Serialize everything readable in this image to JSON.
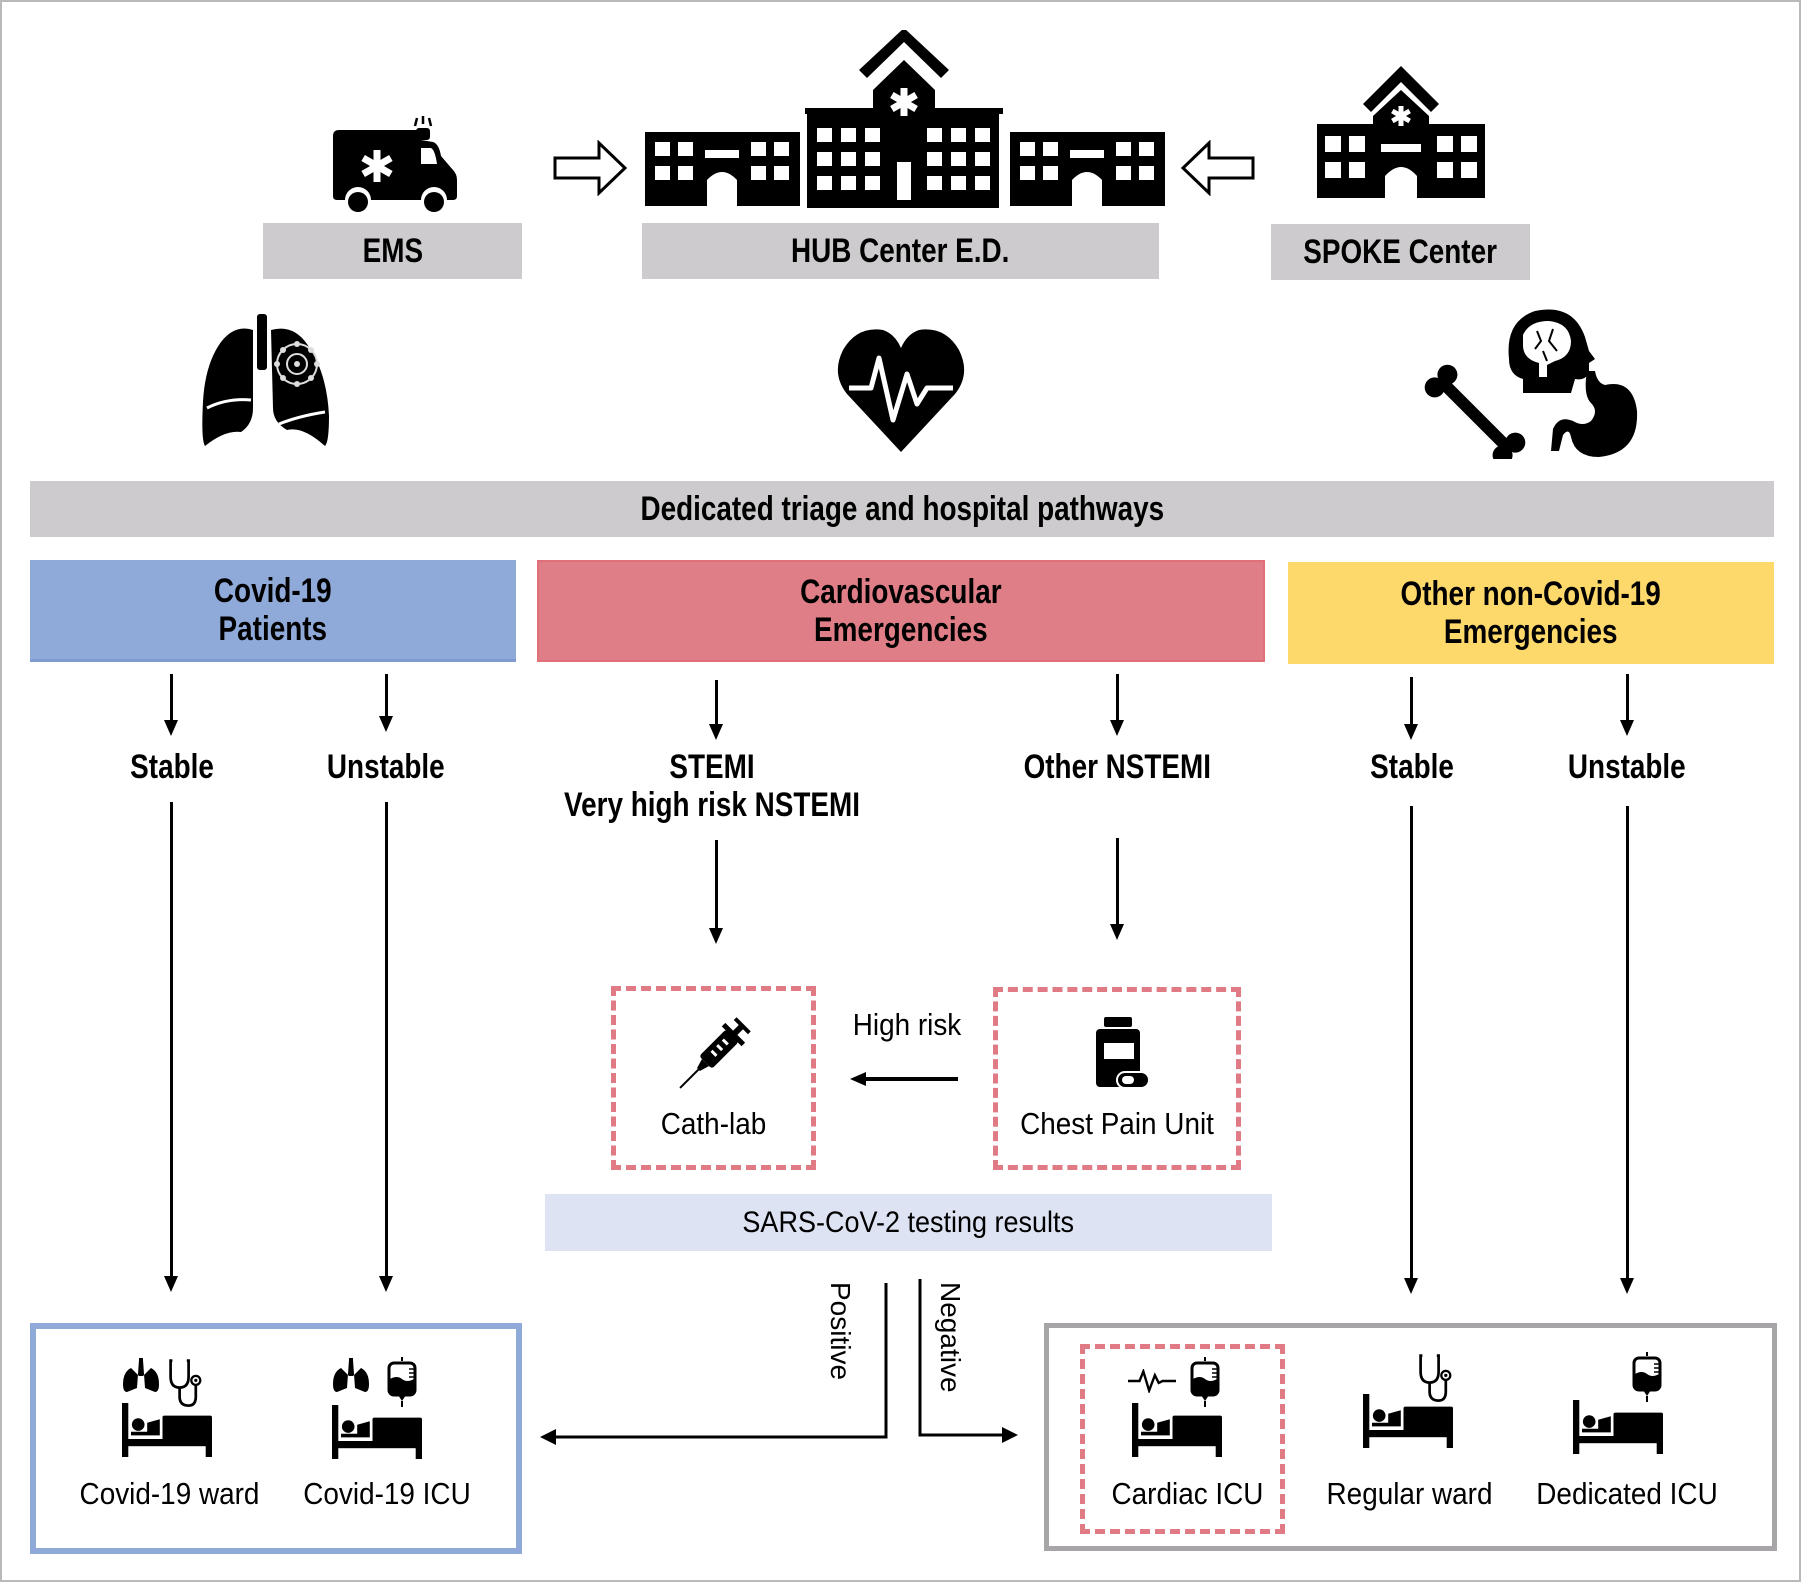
{
  "diagram": {
    "sites": {
      "ems": {
        "label": "EMS",
        "icon": "ambulance-icon"
      },
      "hub": {
        "label": "HUB Center E.D.",
        "icon": "hospital-icon"
      },
      "spoke": {
        "label": "SPOKE Center",
        "icon": "small-hospital-icon"
      }
    },
    "flows": [
      "EMS → HUB Center E.D.",
      "SPOKE Center → HUB Center E.D."
    ],
    "condition_icons": [
      "covid-lungs-icon",
      "heart-pulse-icon",
      "bone-brain-stomach-icon"
    ],
    "triage_bar": "Dedicated triage and hospital pathways",
    "categories": [
      {
        "line1": "Covid-19",
        "line2": "Patients",
        "color": "#8fa9d8"
      },
      {
        "line1": "Cardiovascular",
        "line2": "Emergencies",
        "color": "#e07e88"
      },
      {
        "line1": "Other non-Covid-19",
        "line2": "Emergencies",
        "color": "#fdd86a"
      }
    ],
    "branches": {
      "covid_stable": "Stable",
      "covid_unstable": "Unstable",
      "cv_stemi_line1": "STEMI",
      "cv_stemi_line2": "Very high risk NSTEMI",
      "cv_other": "Other NSTEMI",
      "other_stable": "Stable",
      "other_unstable": "Unstable"
    },
    "cardio_units": {
      "cath_lab": "Cath-lab",
      "chest_pain_unit": "Chest Pain Unit",
      "high_risk": "High risk"
    },
    "testing": {
      "label": "SARS-CoV-2 testing results",
      "positive": "Positive",
      "negative": "Negative"
    },
    "destinations_covid": [
      {
        "label": "Covid-19 ward"
      },
      {
        "label": "Covid-19 ICU"
      }
    ],
    "destinations_noncovid": [
      {
        "label": "Cardiac ICU"
      },
      {
        "label": "Regular ward"
      },
      {
        "label": "Dedicated ICU"
      }
    ],
    "colors": {
      "covid_border": "#8fa9d8",
      "noncovid_border": "#a7a5a7",
      "dashed": "#e07a85",
      "gray_box": "#cdcbcd",
      "sars_bg": "#dde3f3"
    }
  }
}
